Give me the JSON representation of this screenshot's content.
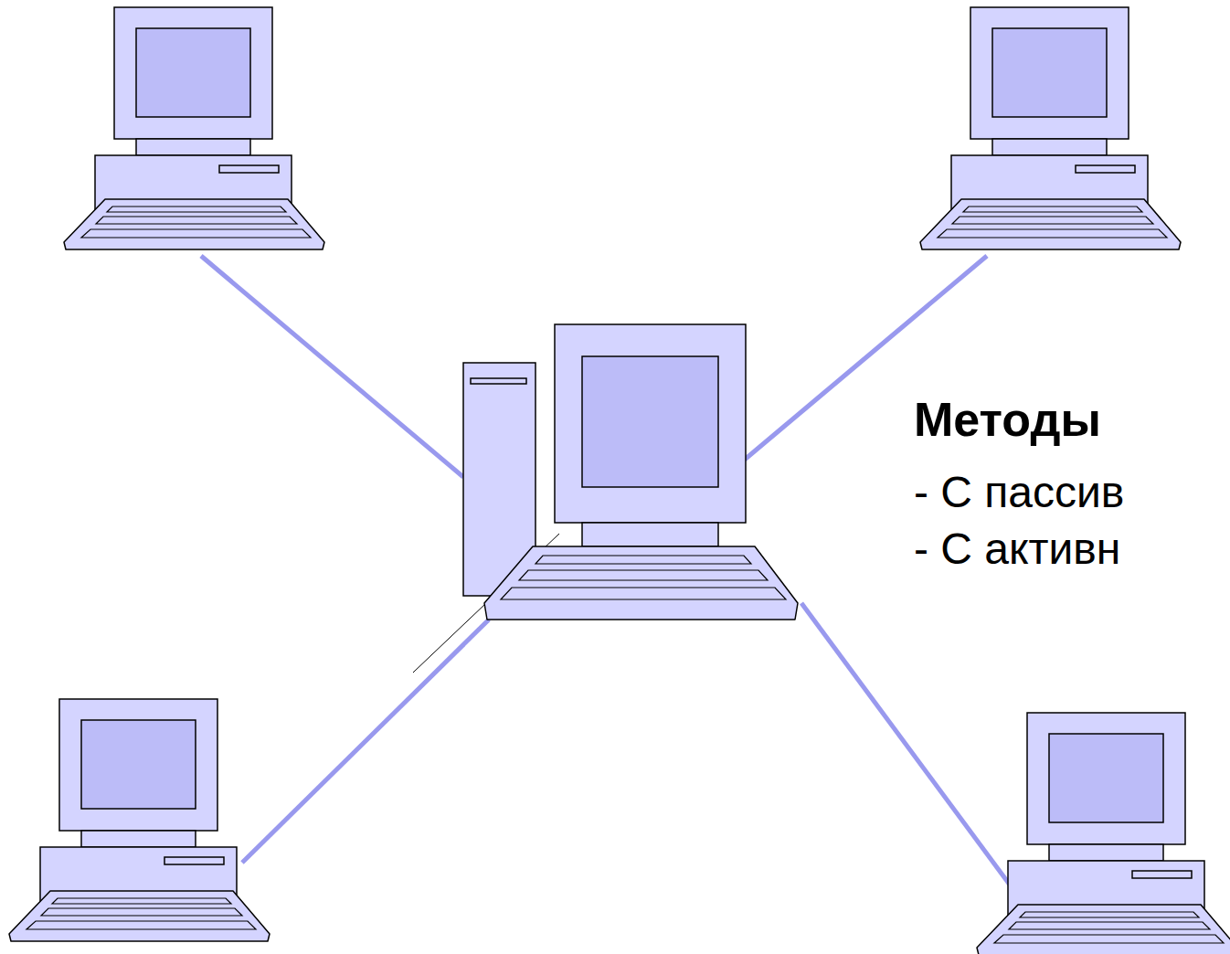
{
  "diagram": {
    "labels": [
      "Методы",
      "- С пассив",
      "- С активн"
    ]
  }
}
